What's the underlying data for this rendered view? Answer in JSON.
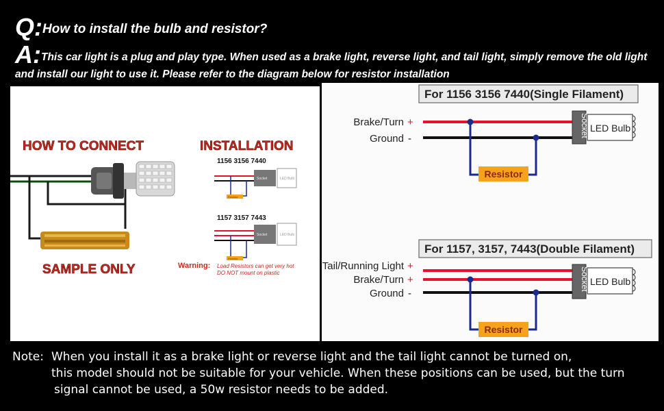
{
  "qa": {
    "q_letter": "Q:",
    "q_text": "How to install the bulb and resistor?",
    "a_letter": "A:",
    "a_text": "This car light is a plug and play type. When used as a brake light, reverse light, and tail light, simply remove the old light and install our light to use it. Please refer to the diagram below for resistor installation"
  },
  "left_panel": {
    "how_to_connect": "HOW TO CONNECT",
    "sample_only": "SAMPLE ONLY",
    "installation": "INSTALLATION",
    "model_single": "1156 3156 7440",
    "model_double": "1157 3157 7443",
    "mini_socket": "Socket",
    "mini_bulb": "LED Bulb",
    "mini_resistor": "Resistor",
    "warning_label": "Warning:",
    "warning_line1": "Load Resistors can get very hot",
    "warning_line2": "DO NOT mount on plastic"
  },
  "right_panel": {
    "single_title": "For 1156 3156 7440(Single Filament)",
    "double_title": "For 1157, 3157, 7443(Double Filament)",
    "brake_turn": "Brake/Turn",
    "ground": "Ground",
    "tail_running": "Tail/Running Light",
    "plus": "+",
    "minus": "-",
    "socket": "Socket",
    "led_bulb": "LED Bulb",
    "resistor": "Resistor"
  },
  "note": {
    "label": "Note:",
    "line1": "When you install it as a brake light or reverse light and the tail light cannot be turned on,",
    "line2": "this model should not be suitable for your vehicle. When these positions can be used, but the turn",
    "line3": "signal cannot be used, a 50w resistor needs to be added."
  },
  "colors": {
    "wire_red": "#e8112d",
    "wire_black": "#111111",
    "wire_blue": "#1a2a8f",
    "resistor_fill": "#f7a21b",
    "title_red": "#c8281e"
  }
}
